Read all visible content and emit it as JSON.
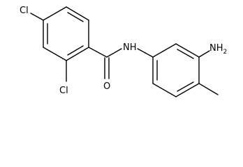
{
  "molecule": {
    "atom_labels": {
      "cl_top": "Cl",
      "cl_ortho": "Cl",
      "oxygen": "O",
      "amide_nh": "NH",
      "amino": "NH",
      "amino_subscript": "2"
    }
  },
  "colors": {
    "bond": "#000000",
    "text": "#000000",
    "background": "#ffffff"
  }
}
